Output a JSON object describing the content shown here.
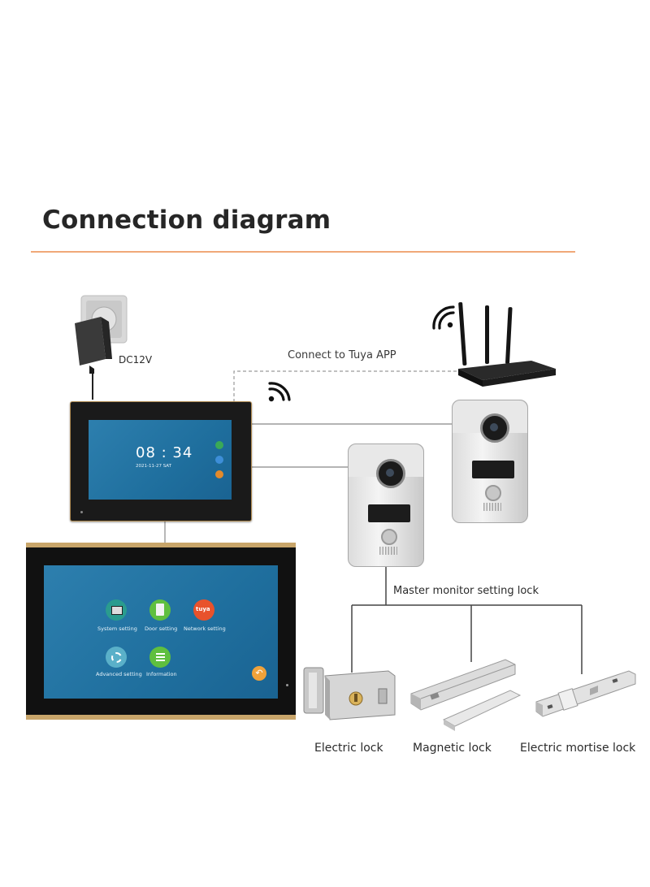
{
  "title": "Connection diagram",
  "labels": {
    "power": "DC12V",
    "tuya": "Connect to Tuya APP",
    "master": "Master monitor setting lock",
    "lock1": "Electric lock",
    "lock2": "Magnetic lock",
    "lock3": "Electric mortise lock"
  },
  "monitor_small": {
    "time": "08 : 34",
    "date": "2021-11-27  SAT"
  },
  "monitor_large": {
    "apps": [
      "System setting",
      "Door setting",
      "Network setting",
      "Advanced setting",
      "Information"
    ],
    "tuya_badge": "tuya"
  },
  "colors": {
    "accent_rule": "#f0a878",
    "screen_blue": "#2d7fae",
    "frame_gold": "#c8a56a",
    "line": "#555555"
  }
}
